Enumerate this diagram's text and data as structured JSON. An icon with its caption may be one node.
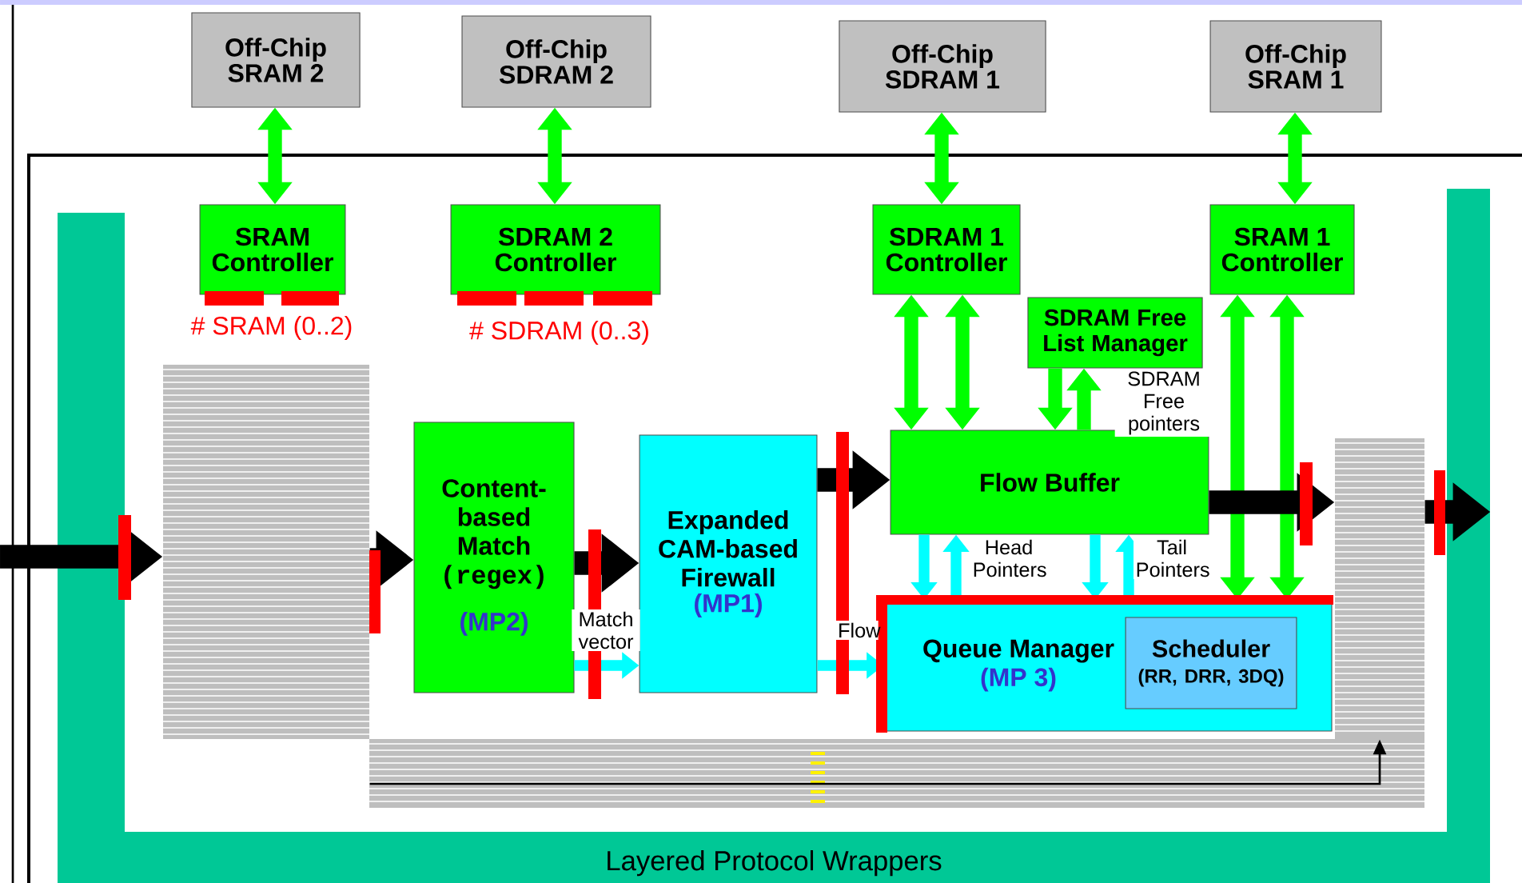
{
  "diagram": {
    "nodes": [
      {
        "text": [
          "Off-Chip SRAM 2"
        ]
      },
      {
        "text": [
          "Off-Chip SDRAM 2"
        ]
      },
      {
        "text": [
          "Off-Chip SDRAM 1"
        ]
      },
      {
        "text": [
          "Off-Chip SRAM 1"
        ]
      },
      {
        "text": [
          "Layered Protocol Wrappers"
        ]
      },
      {
        "text": [
          "SRAM Controller"
        ]
      },
      {
        "text": [
          "SDRAM 2 Controller"
        ]
      },
      {
        "text": [
          "SDRAM 1 Controller"
        ]
      },
      {
        "text": [
          "SRAM 1 Controller"
        ]
      },
      {
        "text": [
          "SDRAM Free List Manager"
        ]
      },
      {
        "text": [],
        "shape": "box"
      },
      {
        "text": [
          "Content-based Match",
          "(regex)",
          "(MP2)"
        ]
      },
      {
        "text": [
          "Expanded CAM-based Firewall",
          "(MP1)"
        ]
      },
      {
        "text": [
          "Flow Buffer"
        ]
      },
      {
        "text": [
          "Queue Manager",
          "(MP 3)"
        ]
      },
      {
        "text": [
          "Scheduler",
          "(RR, DRR, 3DQ)"
        ],
        "in": 14
      },
      {
        "text": [],
        "shape": "box"
      }
    ],
    "edges": [
      {
        "from": 0,
        "to": 5,
        "arrow": "both"
      },
      {
        "from": 1,
        "to": 6,
        "arrow": "both"
      },
      {
        "from": 2,
        "to": 7,
        "arrow": "both"
      },
      {
        "from": 3,
        "to": 8,
        "arrow": "both"
      },
      {
        "from": 7,
        "to": 13,
        "arrow": "both"
      },
      {
        "from": 7,
        "to": 13,
        "arrow": "both"
      },
      {
        "from": 9,
        "to": 13,
        "arrow": "to"
      },
      {
        "from": 13,
        "to": 9,
        "arrow": "to",
        "label": "SDRAM Free pointers"
      },
      {
        "from": 8,
        "to": 14,
        "arrow": "both"
      },
      {
        "from": 8,
        "to": 14,
        "arrow": "both"
      },
      {
        "from": 13,
        "to": 14,
        "arrow": "to",
        "color": "#00ffff"
      },
      {
        "from": 14,
        "to": 13,
        "arrow": "to",
        "color": "#00ffff",
        "label": "Head Pointers"
      },
      {
        "from": 13,
        "to": 14,
        "arrow": "to",
        "color": "#00ffff"
      },
      {
        "from": 14,
        "to": 13,
        "arrow": "to",
        "color": "#00ffff",
        "label": "Tail Pointers"
      },
      {
        "from": null,
        "to": 10,
        "arrow": "to",
        "color": "#000000"
      },
      {
        "from": 10,
        "to": 11,
        "arrow": "to",
        "color": "#000000"
      },
      {
        "from": 11,
        "to": 12,
        "arrow": "to",
        "color": "#000000"
      },
      {
        "from": 11,
        "to": 12,
        "arrow": "to",
        "color": "#00ffff",
        "label": "Match vector"
      },
      {
        "from": 12,
        "to": 13,
        "arrow": "to",
        "color": "#000000"
      },
      {
        "from": 12,
        "to": 14,
        "arrow": "to",
        "color": "#00ffff",
        "label": "Flow"
      },
      {
        "from": 13,
        "to": 16,
        "arrow": "to",
        "color": "#000000"
      },
      {
        "from": 16,
        "to": 4,
        "arrow": "to",
        "color": "#000000"
      },
      {
        "from": 10,
        "to": 16,
        "arrow": "to",
        "color": "#000000"
      }
    ],
    "labels": [
      "# SRAM (0..2)",
      "# SDRAM (0..3)"
    ]
  }
}
